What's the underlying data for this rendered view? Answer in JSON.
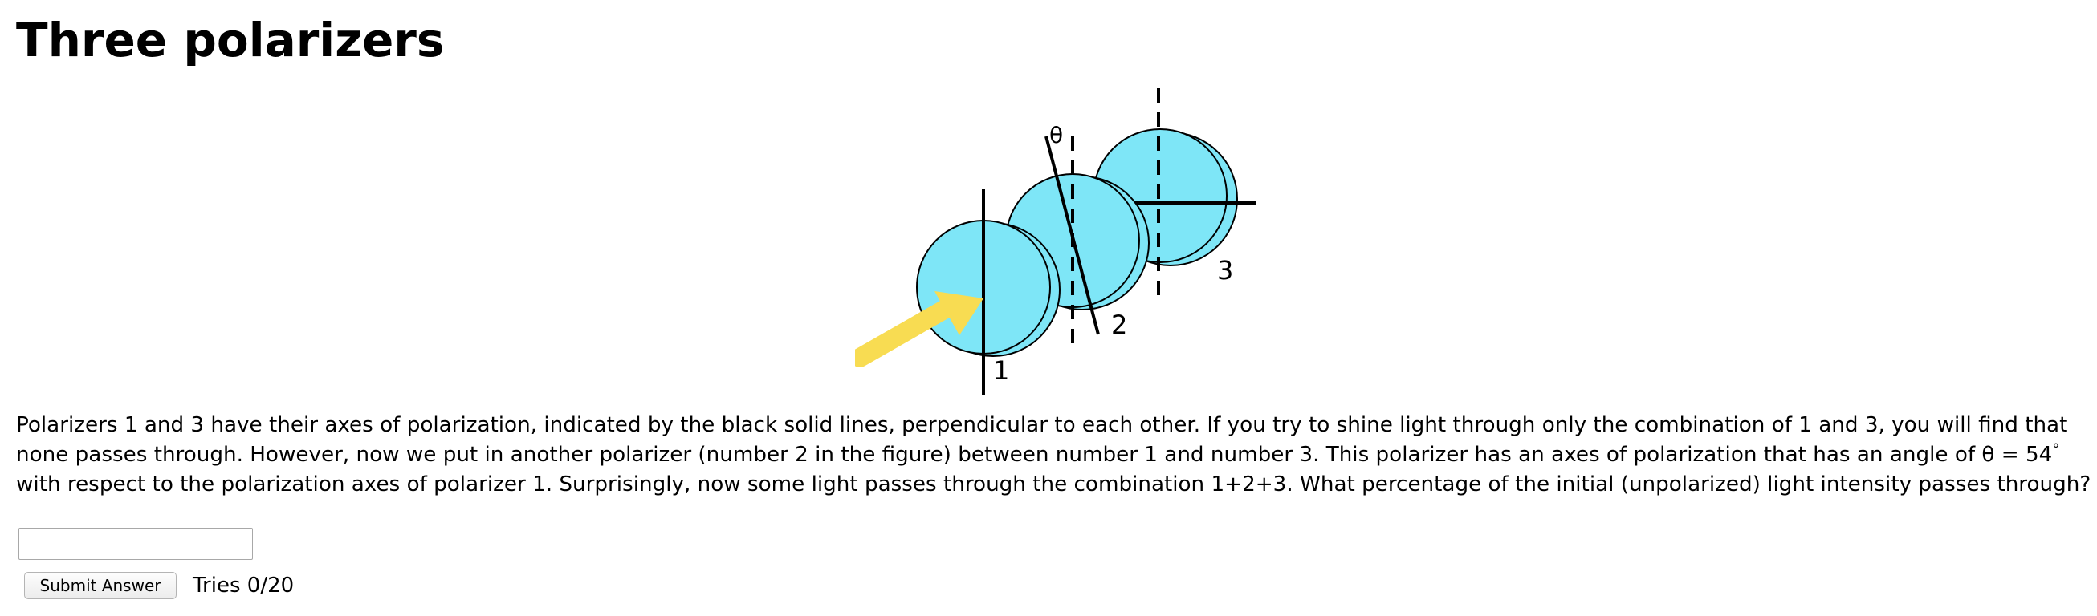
{
  "page": {
    "title": "Three polarizers"
  },
  "figure": {
    "labels": {
      "polarizer_1": "1",
      "polarizer_2": "2",
      "polarizer_3": "3",
      "angle": "θ"
    },
    "colors": {
      "disk_fill": "#7ee6f7",
      "light_arrow": "#f8dc52",
      "axis_line": "#000000"
    }
  },
  "question": {
    "line_1": "Polarizers 1 and 3 have their axes of polarization, indicated by the black solid lines, perpendicular to each other. If you try to shine light through only the combination of 1 and 3, you will find that",
    "line_2": "none passes through. However, now we put in another polarizer (number 2 in the figure) between number 1 and number 3. This polarizer has an axes of polarization that has an angle of θ = 54",
    "degree_symbol": "°",
    "line_3": "with respect to the polarization axes of polarizer 1. Surprisingly, now some light passes through the combination 1+2+3. What percentage of the initial (unpolarized) light intensity passes through?"
  },
  "answer": {
    "value": "",
    "placeholder": ""
  },
  "controls": {
    "submit_label": "Submit Answer",
    "tries_text": "Tries 0/20"
  }
}
